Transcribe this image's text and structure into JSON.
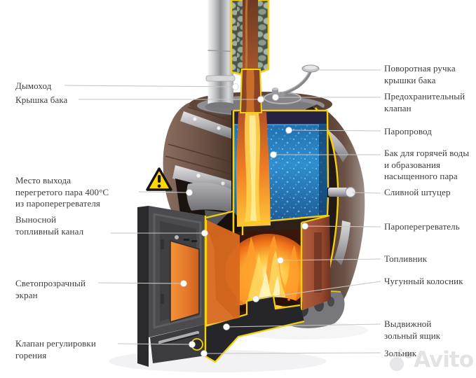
{
  "diagram_title": "Cutaway diagram of a wood-fired sauna steam stove (barrel type)",
  "labels": {
    "left": [
      {
        "id": "chimney",
        "text": "Дымоход"
      },
      {
        "id": "tank-lid",
        "text": "Крышка бака"
      },
      {
        "id": "steam-outlet",
        "text": "Место выхода\nперегретого пара 400°C\nиз пароперегревателя"
      },
      {
        "id": "fuel-channel",
        "text": "Выносной\nтопливный канал"
      },
      {
        "id": "glass-screen",
        "text": "Светопрозрачный\nэкран"
      },
      {
        "id": "combustion-valve",
        "text": "Клапан регулировки\nгорения"
      }
    ],
    "right": [
      {
        "id": "lid-handle",
        "text": "Поворотная ручка\nкрышки бака"
      },
      {
        "id": "safety-valve",
        "text": "Предохранительный\nклапан"
      },
      {
        "id": "steam-pipe",
        "text": "Паропровод"
      },
      {
        "id": "hot-water-tank",
        "text": "Бак для горячей воды\nи образования\nнасыщенного пара"
      },
      {
        "id": "drain-fitting",
        "text": "Сливной штуцер"
      },
      {
        "id": "superheater",
        "text": "Пароперегреватель"
      },
      {
        "id": "firebox",
        "text": "Топливник"
      },
      {
        "id": "cast-iron-grate",
        "text": "Чугунный колосник"
      },
      {
        "id": "ash-drawer",
        "text": "Выдвижной\nзольный ящик"
      },
      {
        "id": "ash-pan",
        "text": "Зольник"
      }
    ]
  },
  "warning": {
    "symbol": "!"
  },
  "watermark": {
    "text": "Avito"
  },
  "colors": {
    "cut_edge_yellow": "#f2cf0f",
    "water_blue": "#2f8fd0",
    "fire_orange": "#ff9a2e",
    "wood_brown": "#6b5045",
    "warning_yellow": "#ffd800",
    "leader_line_gray": "#c6c6c2",
    "label_text": "#3f3b38"
  }
}
